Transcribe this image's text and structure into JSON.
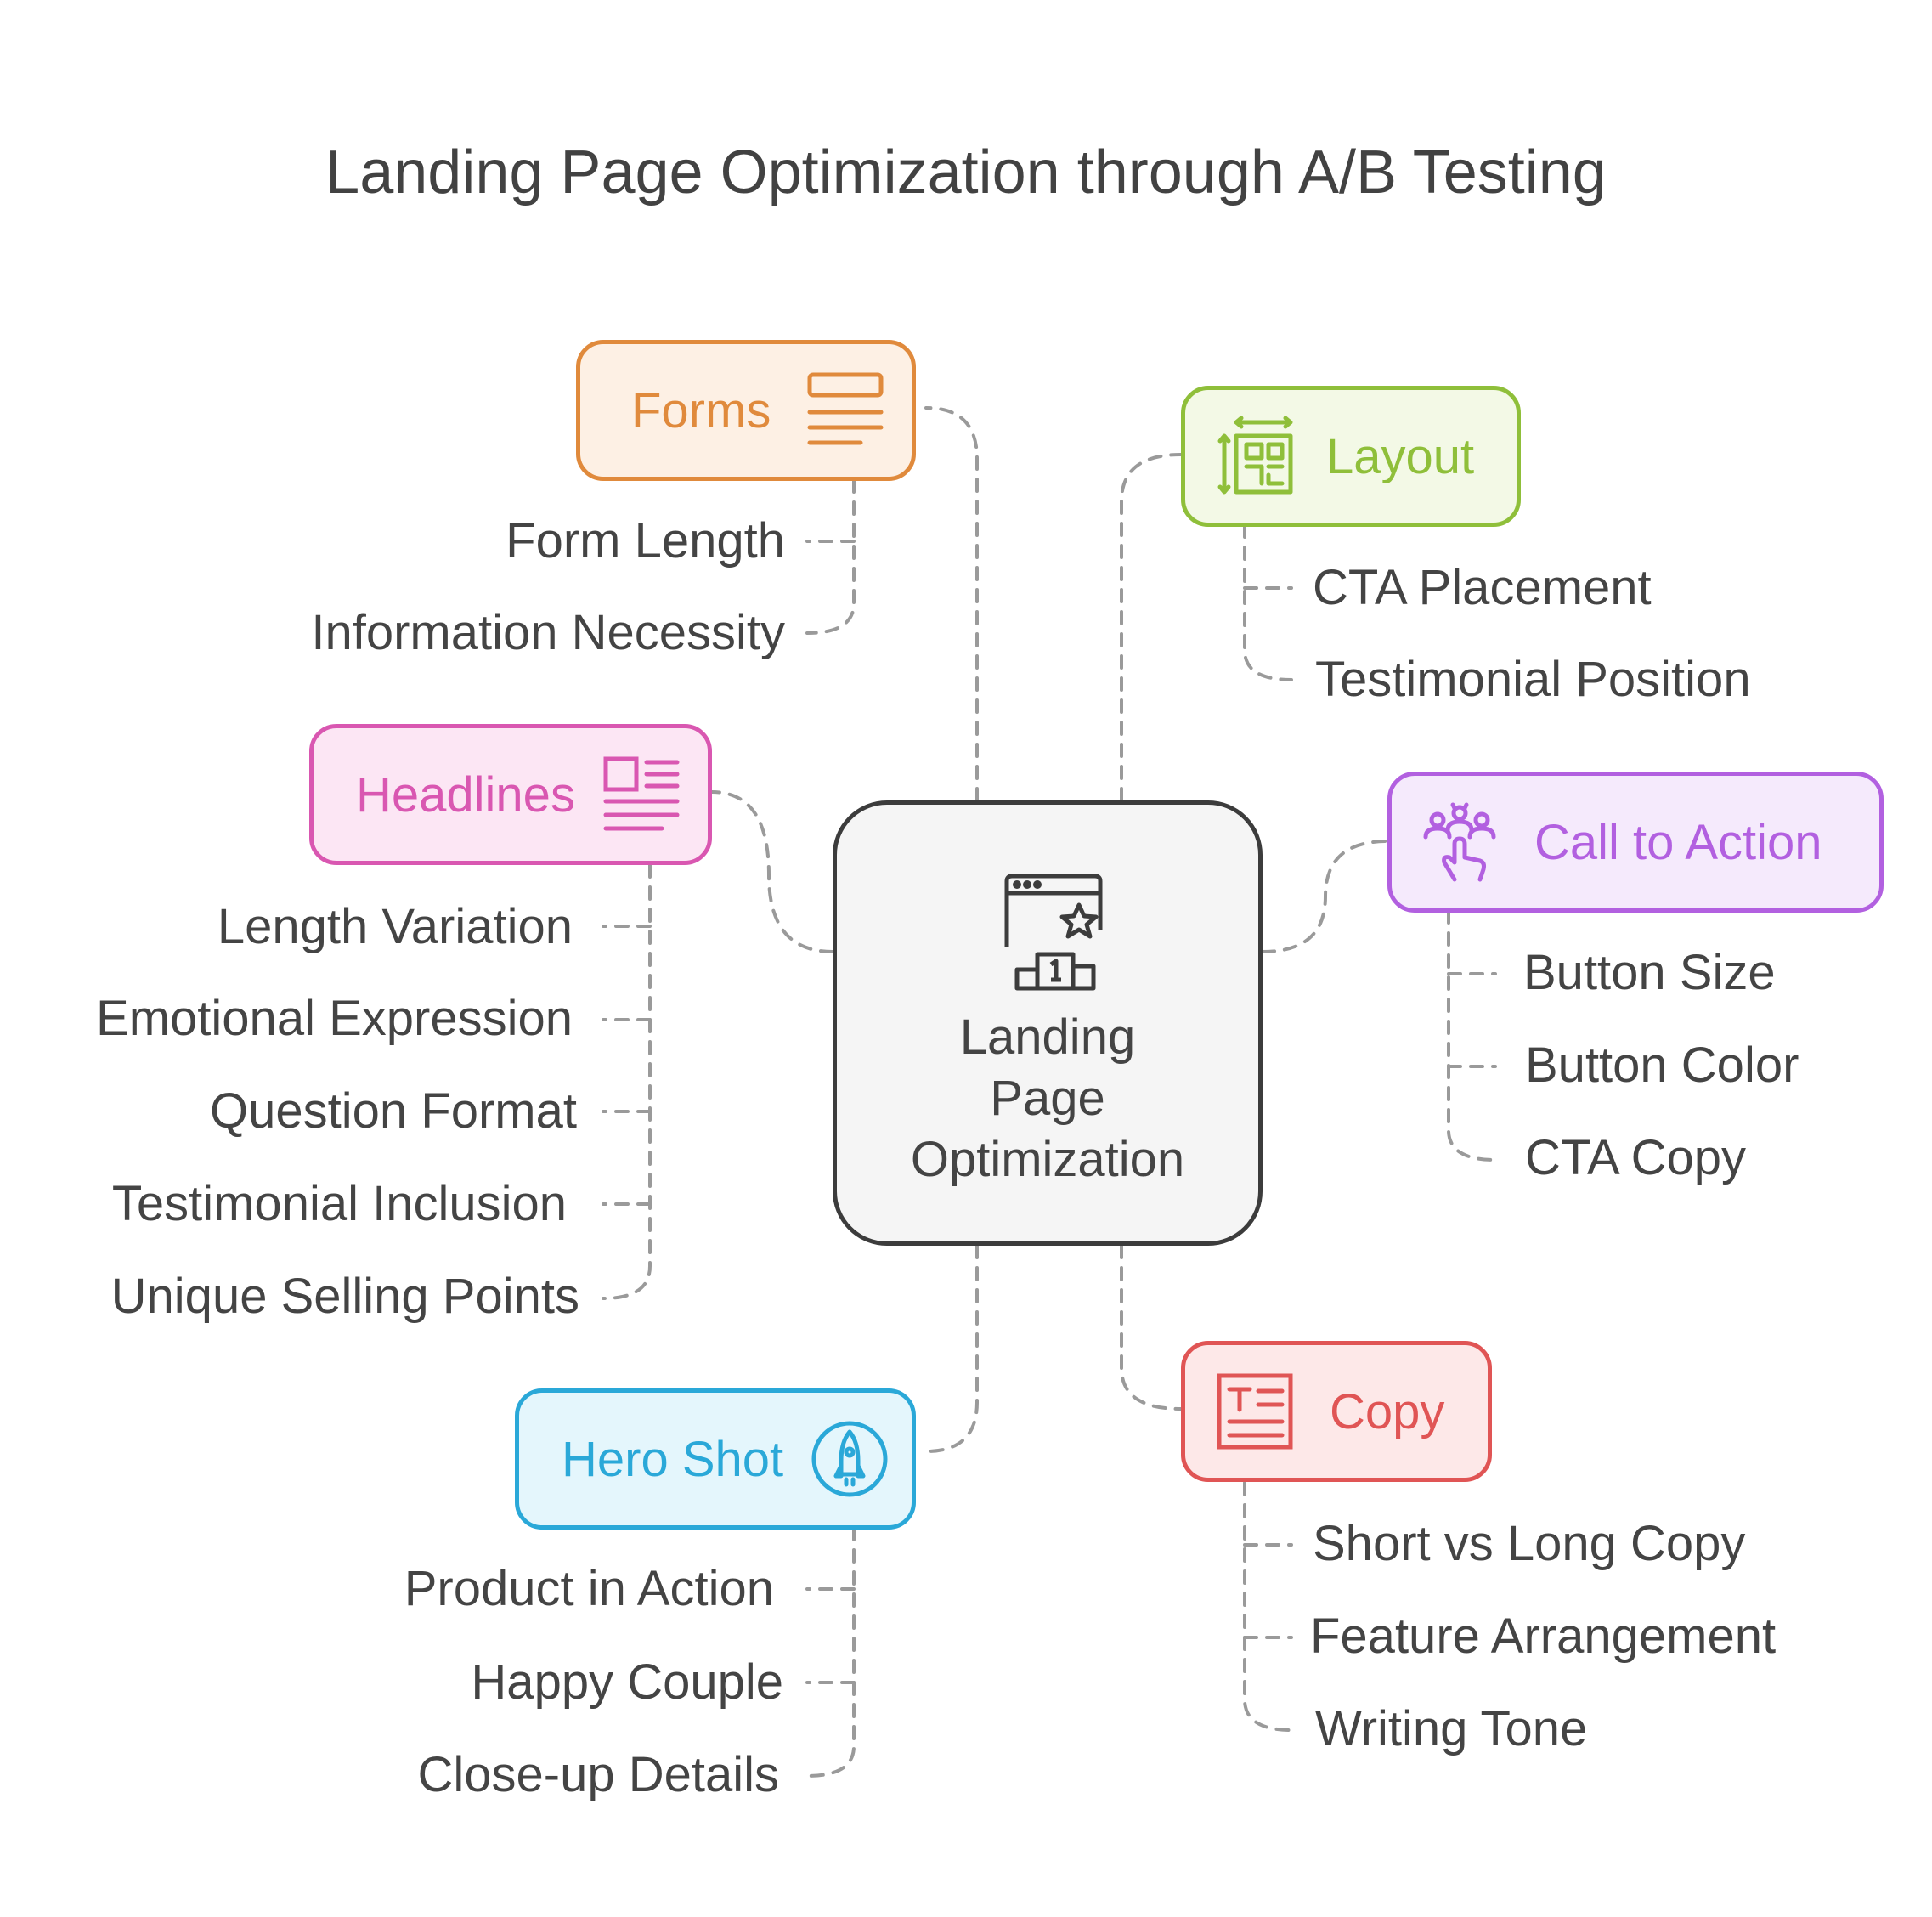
{
  "title": "Landing Page Optimization through A/B Testing",
  "center": {
    "label_lines": [
      "Landing",
      "Page",
      "Optimization"
    ],
    "icon": "landing-page-award-icon"
  },
  "colors": {
    "forms": "#e08a3c",
    "layout": "#8fbf3a",
    "headlines": "#d957b1",
    "cta": "#b260e0",
    "hero": "#2aa8d8",
    "copy": "#e05555",
    "connector": "#9a9a9a",
    "center_border": "#3c3c3c"
  },
  "categories": {
    "forms": {
      "label": "Forms",
      "icon": "form-lines-icon",
      "items": [
        "Form Length",
        "Information Necessity"
      ]
    },
    "layout": {
      "label": "Layout",
      "icon": "layout-grid-icon",
      "items": [
        "CTA Placement",
        "Testimonial Position"
      ]
    },
    "headlines": {
      "label": "Headlines",
      "icon": "newspaper-icon",
      "items": [
        "Length Variation",
        "Emotional Expression",
        "Question Format",
        "Testimonial Inclusion",
        "Unique Selling Points"
      ]
    },
    "cta": {
      "label": "Call to Action",
      "icon": "click-hand-icon",
      "items": [
        "Button Size",
        "Button Color",
        "CTA Copy"
      ]
    },
    "hero": {
      "label": "Hero Shot",
      "icon": "rocket-icon",
      "items": [
        "Product in Action",
        "Happy Couple",
        "Close-up Details"
      ]
    },
    "copy": {
      "label": "Copy",
      "icon": "text-document-icon",
      "items": [
        "Short vs Long Copy",
        "Feature Arrangement",
        "Writing Tone"
      ]
    }
  }
}
